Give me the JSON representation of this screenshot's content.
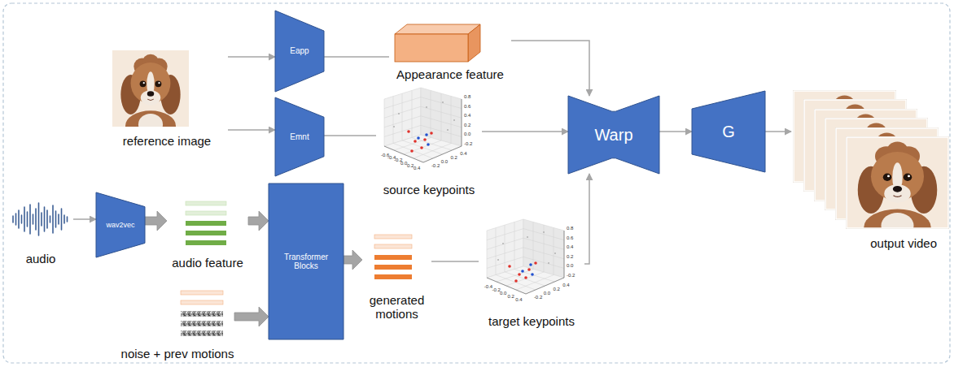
{
  "diagram": {
    "nodes": [
      {
        "text": [
          "reference image"
        ]
      },
      {
        "text": [
          "Eapp"
        ]
      },
      {
        "text": [
          "Appearance feature"
        ]
      },
      {
        "text": [
          "Emnt"
        ]
      },
      {
        "text": [
          "source keypoints"
        ]
      },
      {
        "text": [
          "Warp"
        ]
      },
      {
        "text": [
          "G"
        ]
      },
      {
        "text": [
          "output video"
        ]
      },
      {
        "text": [
          "audio"
        ]
      },
      {
        "text": [
          "wav2vec"
        ]
      },
      {
        "text": [
          "audio feature"
        ]
      },
      {
        "text": [
          "noise + prev motions"
        ]
      },
      {
        "text": [
          "Transformer Blocks"
        ]
      },
      {
        "text": [
          "generated motions"
        ]
      },
      {
        "text": [
          "target keypoints"
        ]
      }
    ],
    "edges": [
      {
        "from": 0,
        "to": 1,
        "arrow": "to"
      },
      {
        "from": 0,
        "to": 3,
        "arrow": "to"
      },
      {
        "from": 1,
        "to": 2,
        "arrow": "none"
      },
      {
        "from": 2,
        "to": 5,
        "arrow": "to"
      },
      {
        "from": 3,
        "to": 4,
        "arrow": "none"
      },
      {
        "from": 4,
        "to": 5,
        "arrow": "to"
      },
      {
        "from": 5,
        "to": 6,
        "arrow": "to"
      },
      {
        "from": 6,
        "to": 7,
        "arrow": "to"
      },
      {
        "from": 8,
        "to": 9,
        "arrow": "to"
      },
      {
        "from": 9,
        "to": 10,
        "arrow": "to"
      },
      {
        "from": 10,
        "to": 12,
        "arrow": "to"
      },
      {
        "from": 11,
        "to": 12,
        "arrow": "to"
      },
      {
        "from": 12,
        "to": 13,
        "arrow": "to"
      },
      {
        "from": 13,
        "to": 14,
        "arrow": "none"
      },
      {
        "from": 14,
        "to": 5,
        "arrow": "to"
      }
    ],
    "labels": [
      "0.8",
      "0.6",
      "0.4",
      "0.2",
      "0.0",
      "-0.2",
      "-0.6",
      "-0.4",
      "-0.2",
      "0.0",
      "0.2",
      "0.4",
      "0.4",
      "0.2",
      "0.0",
      "-0.2",
      "0.8",
      "0.6",
      "0.4",
      "0.2",
      "0.0",
      "-0.2",
      "-0.4",
      "-0.2",
      "0.0",
      "0.2",
      "0.4",
      "0.4",
      "0.2",
      "0.0",
      "-0.2"
    ]
  }
}
